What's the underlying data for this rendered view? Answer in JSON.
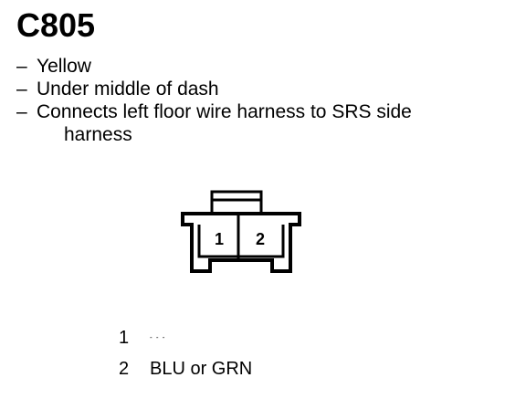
{
  "connector": {
    "id": "C805",
    "details": [
      {
        "text": "Yellow",
        "continuation": ""
      },
      {
        "text": "Under middle of dash",
        "continuation": ""
      },
      {
        "text": "Connects left floor wire harness to SRS side",
        "continuation": "harness"
      }
    ],
    "dash": "–",
    "cavity_labels": [
      "1",
      "2"
    ]
  },
  "pins": [
    {
      "number": "1",
      "wire": "- - -"
    },
    {
      "number": "2",
      "wire": "BLU or GRN"
    }
  ]
}
